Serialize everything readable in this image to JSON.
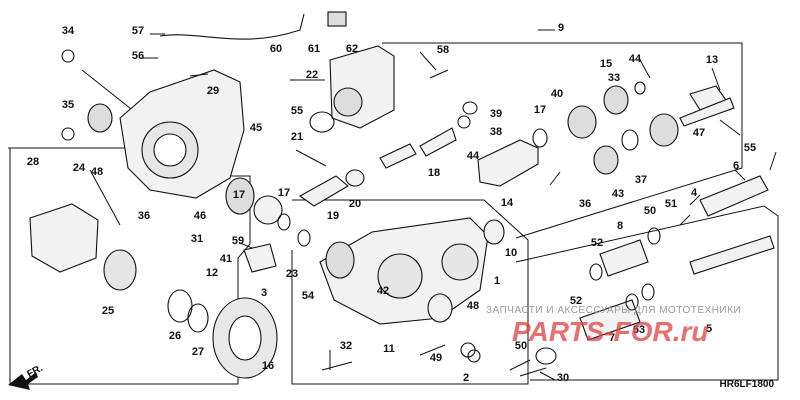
{
  "diagram": {
    "code": "HR6LF1800",
    "direction_label": "FR.",
    "watermark": {
      "subtitle": "ЗАПЧАСТИ И АКСЕССУАРЫ ДЛЯ МОТОТЕХНИКИ",
      "brand": "PARTS-FOR.ru"
    },
    "callouts": [
      "1",
      "2",
      "3",
      "4",
      "5",
      "6",
      "7",
      "8",
      "9",
      "10",
      "11",
      "12",
      "13",
      "14",
      "15",
      "16",
      "17",
      "17",
      "17",
      "18",
      "19",
      "20",
      "21",
      "22",
      "23",
      "24",
      "25",
      "26",
      "27",
      "28",
      "29",
      "30",
      "31",
      "32",
      "33",
      "34",
      "35",
      "36",
      "36",
      "37",
      "38",
      "39",
      "40",
      "41",
      "42",
      "43",
      "44",
      "44",
      "45",
      "46",
      "47",
      "48",
      "48",
      "49",
      "50",
      "50",
      "51",
      "52",
      "52",
      "53",
      "54",
      "55",
      "55",
      "56",
      "57",
      "58",
      "59",
      "60",
      "61",
      "62"
    ]
  }
}
